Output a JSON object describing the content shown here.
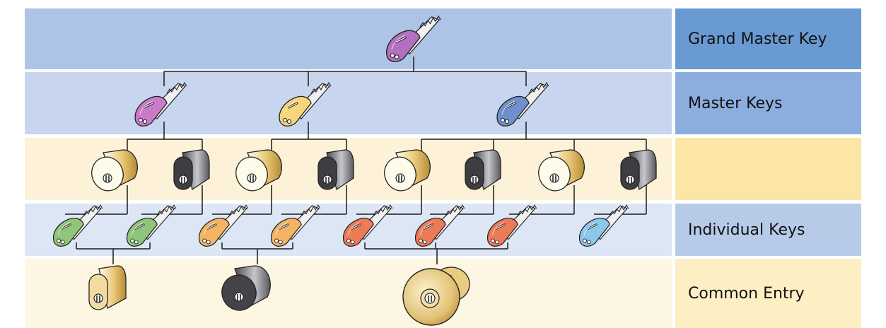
{
  "rows": [
    {
      "label": "Grand Master Key",
      "band_color": "#aec4e6",
      "label_color": "#6a9ad3"
    },
    {
      "label": "Master Keys",
      "band_color": "#c7d6ee",
      "label_color": "#8caedf"
    },
    {
      "label": "",
      "band_color": "#fdf2d7",
      "label_color": "#fbe6a6"
    },
    {
      "label": "Individual Keys",
      "band_color": "#dde6f5",
      "label_color": "#b7cbe9"
    },
    {
      "label": "Common Entry",
      "band_color": "#fdf6e2",
      "label_color": "#fdeec4"
    }
  ],
  "key_colors": {
    "grand_master": "#b36fc0",
    "master": [
      "#c97bc9",
      "#f7d57a",
      "#6f8fcf"
    ],
    "individual": [
      "#8fc67a",
      "#8fc67a",
      "#f4b464",
      "#f4b464",
      "#ee7b57",
      "#ee7b57",
      "#ee7b57",
      "#8cc8ec"
    ]
  },
  "lock_types": [
    "brass-cylinder",
    "dark-oval-cylinder",
    "brass-cylinder",
    "dark-oval-cylinder",
    "brass-cylinder",
    "dark-oval-cylinder",
    "brass-cylinder",
    "dark-oval-cylinder"
  ],
  "common_entry_locks": [
    "brass-oval-cylinder",
    "dark-cylinder",
    "brass-knob-lock"
  ]
}
